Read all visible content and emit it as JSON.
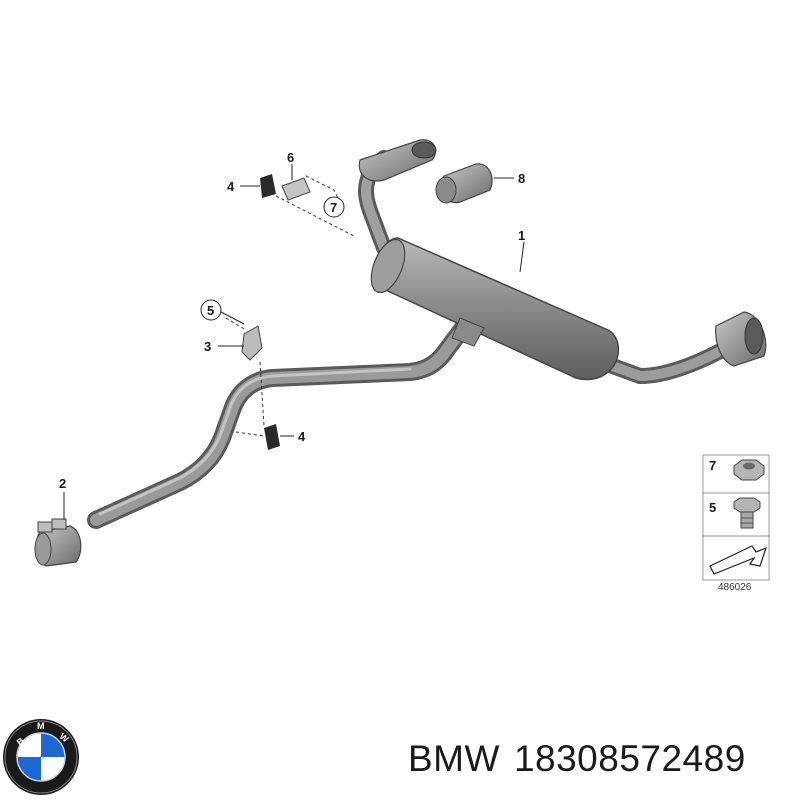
{
  "callouts": {
    "c1": "1",
    "c2": "2",
    "c3": "3",
    "c4a": "4",
    "c4b": "4",
    "c5": "5",
    "c6": "6",
    "c7": "7",
    "c8": "8"
  },
  "legend": {
    "nut_label": "7",
    "bolt_label": "5",
    "diagram_id": "486026"
  },
  "caption": {
    "brand": "BMW",
    "part_number": "18308572489"
  },
  "logo": {
    "text": "BMW",
    "colors": {
      "blue": "#1c69d4",
      "white": "#ffffff",
      "ring": "#1a1a1a"
    }
  }
}
